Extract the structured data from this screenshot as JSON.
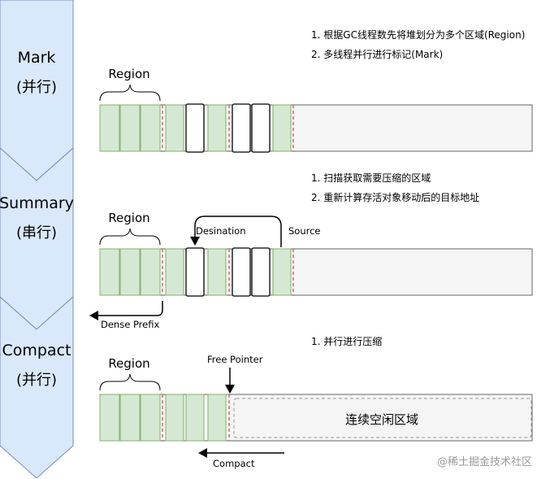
{
  "phases": [
    {
      "name": "Mark",
      "mode": "(并行)"
    },
    {
      "name": "Summary",
      "mode": "(串行)"
    },
    {
      "name": "Compact",
      "mode": "(并行)"
    }
  ],
  "notes": {
    "mark": [
      "1. 根据GC线程数先将堆划分为多个区域(Region)",
      "2. 多线程并行进行标记(Mark)"
    ],
    "summary": [
      "1. 扫描获取需要压缩的区域",
      "2. 重新计算存活对象移动后的目标地址"
    ],
    "compact": [
      "1. 并行进行压缩"
    ]
  },
  "labels": {
    "region": "Region",
    "destination": "Desination",
    "source": "Source",
    "dense_prefix": "Dense Prefix",
    "free_pointer": "Free Pointer",
    "compact_arrow": "Compact",
    "free_area": "连续空闲区域"
  },
  "watermark": "@稀土掘金技术社区",
  "colors": {
    "arrow_fill": "#dae8fc",
    "arrow_stroke": "#6c8ebf",
    "live_cell": "#d5e8d4",
    "bar_fill": "#f5f5f5",
    "dash_red": "#d46a6a"
  }
}
